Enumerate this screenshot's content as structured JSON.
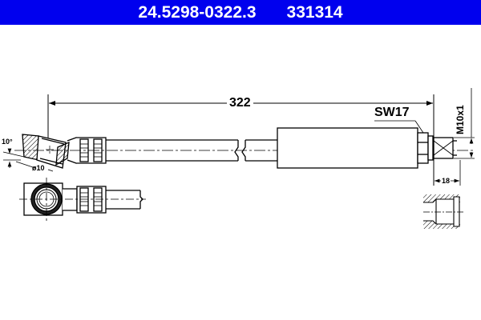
{
  "header": {
    "part_number": "24.5298-0322.3",
    "ref_number": "331314",
    "background_color": "#0000ee",
    "text_color": "#ffffff"
  },
  "drawing": {
    "type": "brake-hose-technical-drawing",
    "dimensions": {
      "overall_length": "322",
      "wrench_size": "SW17",
      "thread": "M10x1",
      "thread_length": "18",
      "bend_angle": "10°",
      "bore_diameter": "ø10"
    },
    "views": [
      "side-view-hose-assembly",
      "top-view-banjo-fitting",
      "section-view-female-thread"
    ]
  }
}
